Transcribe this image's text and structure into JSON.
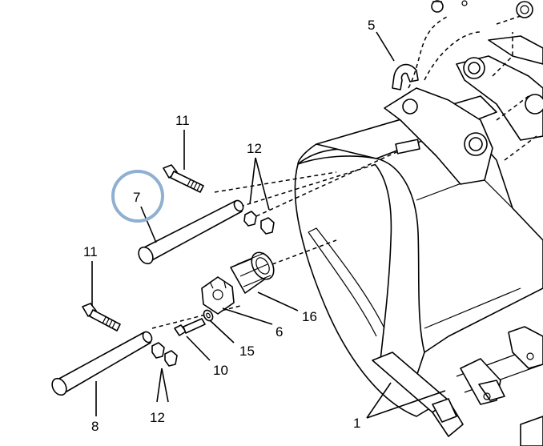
{
  "callouts": {
    "c1": "1",
    "c5": "5",
    "c6": "6",
    "c7": "7",
    "c8": "8",
    "c10": "10",
    "c11_top": "11",
    "c11_bottom": "11",
    "c12_top": "12",
    "c12_bottom": "12",
    "c15": "15",
    "c16": "16"
  },
  "highlight": {
    "part": "7",
    "color": "#8fb0d0"
  }
}
